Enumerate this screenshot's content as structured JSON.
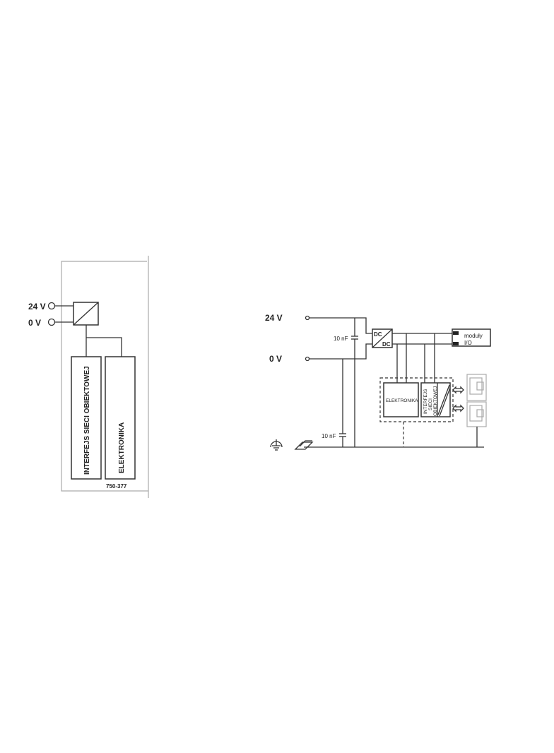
{
  "left_diagram": {
    "terminal_24v": "24 V",
    "terminal_0v": "0 V",
    "block_fieldbus": "INTERFEJS SIECI OBIEKTOWEJ",
    "block_electronics": "ELEKTRONIKA",
    "part_number": "750-377"
  },
  "right_diagram": {
    "terminal_24v": "24 V",
    "terminal_0v": "0 V",
    "capacitor_top": "10 nF",
    "capacitor_bottom": "10 nF",
    "converter_in": "DC",
    "converter_out": "DC",
    "io_modules_line1": "moduły",
    "io_modules_line2": "I/O",
    "block_electronics": "ELEKTRONIKA",
    "block_fieldbus_line1": "INTERFEJS",
    "block_fieldbus_line2": "SIECI",
    "block_fieldbus_line3": "OBIEKTOWEJ"
  }
}
